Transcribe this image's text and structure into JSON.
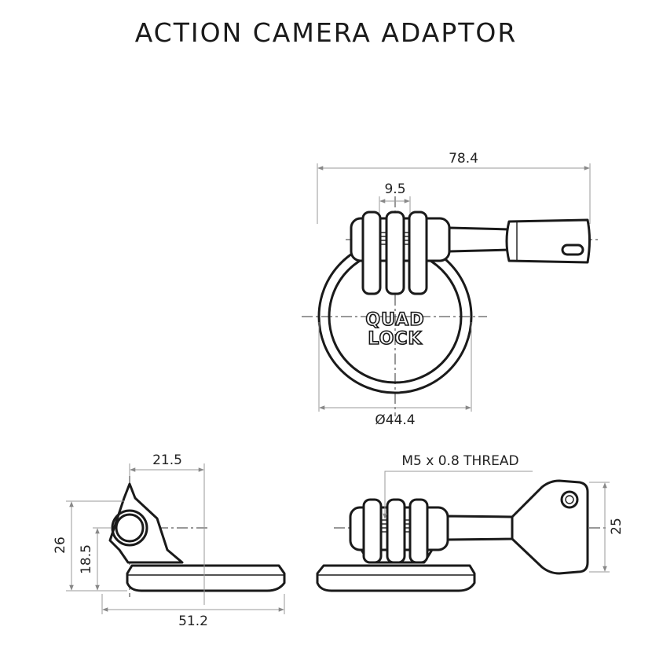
{
  "title": "ACTION CAMERA ADAPTOR",
  "logo": {
    "line1": "QUAD",
    "line2": "LOCK"
  },
  "dimensions": {
    "top_width": "78.4",
    "top_prong": "9.5",
    "top_diameter": "Ø44.4",
    "side_offset": "21.5",
    "side_height": "26",
    "side_axis": "18.5",
    "side_base": "51.2",
    "thread": "M5 x 0.8 THREAD",
    "front_height": "25"
  }
}
